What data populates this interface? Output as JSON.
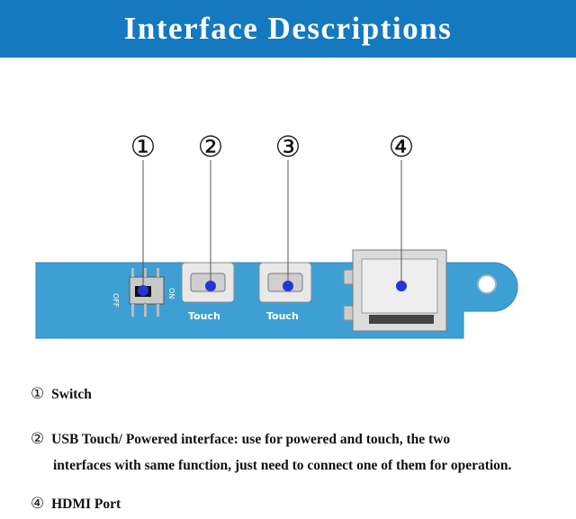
{
  "header": {
    "title": "Interface Descriptions"
  },
  "diagram": {
    "callouts": [
      {
        "num": "①"
      },
      {
        "num": "②"
      },
      {
        "num": "③"
      },
      {
        "num": "④"
      }
    ],
    "board_labels": {
      "off": "OFF",
      "on": "ON",
      "touch_1": "Touch",
      "touch_2": "Touch"
    }
  },
  "legend": {
    "item1": {
      "num": "①",
      "text": "Switch"
    },
    "item2": {
      "num": "②",
      "text": "USB Touch/ Powered interface: use for powered and touch, the two",
      "cont": "interfaces with same function, just need to connect  one of them for operation."
    },
    "item4": {
      "num": "④",
      "text": "HDMI Port"
    }
  },
  "colors": {
    "header_bg": "#1479bf",
    "board": "#3e9fd4",
    "marker": "#2336d6"
  }
}
